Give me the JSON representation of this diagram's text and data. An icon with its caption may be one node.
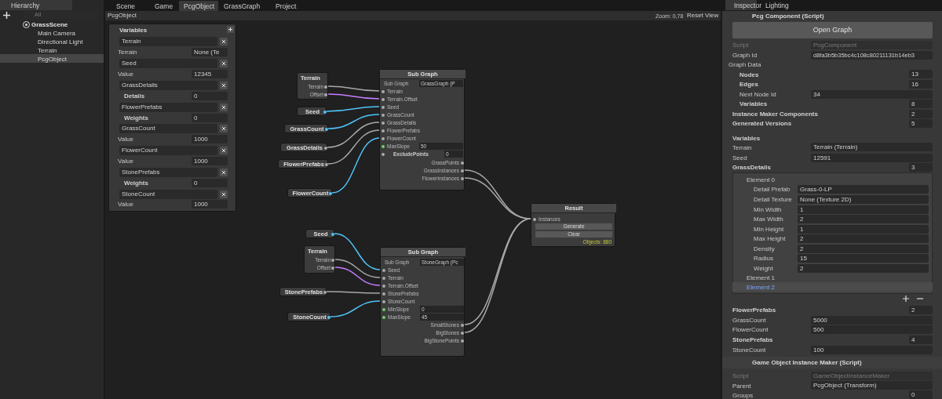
{
  "diagram": {
    "nodes": [
      {
        "text": [
          "Terrain",
          "Terrain",
          "Offset"
        ]
      },
      {
        "text": [
          "Seed"
        ]
      },
      {
        "text": [
          "GrassCount"
        ]
      },
      {
        "text": [
          "GrassDetails"
        ]
      },
      {
        "text": [
          "FlowerPrefabs"
        ]
      },
      {
        "text": [
          "FlowerCount"
        ]
      },
      {
        "text": [
          "Sub Graph",
          "Sub Graph",
          "GrassGraph (P",
          "Terrain",
          "Terrain.Offset",
          "Seed",
          "GrassCount",
          "GrassDetails",
          "FlowerPrefabs",
          "FlowerCount",
          "MaxSlope",
          "50",
          "ExcludePoints",
          "0",
          "GrassPoints",
          "GrassInstances",
          "FlowerInstances"
        ]
      },
      {
        "text": [
          "Result",
          "Instances",
          "Generate",
          "Clear",
          "Objects: 880"
        ]
      },
      {
        "text": [
          "Seed"
        ]
      },
      {
        "text": [
          "Terrain",
          "Terrain",
          "Offset"
        ]
      },
      {
        "text": [
          "StonePrefabs"
        ]
      },
      {
        "text": [
          "StoneCount"
        ]
      },
      {
        "text": [
          "Sub Graph",
          "Sub Graph",
          "StoneGraph (Pc",
          "Seed",
          "Terrain",
          "Terrain.Offset",
          "StonePrefabs",
          "StoneCount",
          "MinSlope",
          "0",
          "MaxSlope",
          "45",
          "SmallStones",
          "BigStones",
          "BigStonePoints"
        ]
      }
    ],
    "edges": [
      {
        "from": 0,
        "to": 6,
        "arrow": "none"
      },
      {
        "from": 0,
        "to": 6,
        "arrow": "none",
        "color": "#c77dff"
      },
      {
        "from": 1,
        "to": 6,
        "arrow": "none",
        "color": "#4fc3f7"
      },
      {
        "from": 2,
        "to": 6,
        "arrow": "none",
        "color": "#4fc3f7"
      },
      {
        "from": 3,
        "to": 6,
        "arrow": "none"
      },
      {
        "from": 4,
        "to": 6,
        "arrow": "none"
      },
      {
        "from": 5,
        "to": 6,
        "arrow": "none",
        "color": "#4fc3f7"
      },
      {
        "from": 6,
        "to": 7,
        "arrow": "none"
      },
      {
        "from": 6,
        "to": 7,
        "arrow": "none"
      },
      {
        "from": 8,
        "to": 12,
        "arrow": "none",
        "color": "#4fc3f7"
      },
      {
        "from": 9,
        "to": 12,
        "arrow": "none"
      },
      {
        "from": 9,
        "to": 12,
        "arrow": "none",
        "color": "#c77dff"
      },
      {
        "from": 10,
        "to": 12,
        "arrow": "none"
      },
      {
        "from": 11,
        "to": 12,
        "arrow": "none",
        "color": "#4fc3f7"
      },
      {
        "from": 12,
        "to": 7,
        "arrow": "none"
      },
      {
        "from": 12,
        "to": 7,
        "arrow": "none"
      }
    ],
    "labels": [
      "Hierarchy",
      "All",
      "GrassScene",
      "Main Camera",
      "Directional Light",
      "Terrain",
      "PcgObject",
      "Scene",
      "Game",
      "PcgObject",
      "GrassGraph",
      "Project",
      "PcgObject",
      "Zoom: 0,78",
      "Reset View",
      "Variables",
      "Terrain",
      "Terrain",
      "None (Te",
      "Seed",
      "Value",
      "12345",
      "GrassDetails",
      "Details",
      "0",
      "FlowerPrefabs",
      "Weights",
      "0",
      "GrassCount",
      "Value",
      "1000",
      "FlowerCount",
      "Value",
      "1000",
      "StonePrefabs",
      "Weights",
      "0",
      "StoneCount",
      "Value",
      "1000",
      "Inspector",
      "Lighting",
      "Pcg Component (Script)",
      "Open Graph",
      "Script",
      "PcgComponent",
      "Graph Id",
      "d8fa3b5b35bc4c108c80211131b14eb3",
      "Graph Data",
      "Nodes",
      "13",
      "Edges",
      "16",
      "Next Node Id",
      "34",
      "Variables",
      "8",
      "Instance Maker Components",
      "2",
      "Generated Versions",
      "5",
      "Variables",
      "Terrain",
      "Terrain (Terrain)",
      "Seed",
      "12591",
      "GrassDetails",
      "3",
      "Element 0",
      "Detail Prefab",
      "Grass-0-LP",
      "Detail Texture",
      "None (Texture 2D)",
      "Min Width",
      "1",
      "Max Width",
      "2",
      "Min Height",
      "1",
      "Max Height",
      "2",
      "Density",
      "2",
      "Radius",
      "15",
      "Weight",
      "2",
      "Element 1",
      "Element 2",
      "FlowerPrefabs",
      "2",
      "GrassCount",
      "5000",
      "FlowerCount",
      "500",
      "StonePrefabs",
      "4",
      "StoneCount",
      "100",
      "Game Object Instance Maker (Script)",
      "Script",
      "GameObjectInstanceMaker",
      "Parent",
      "PcgObject (Transform)",
      "Groups",
      "0"
    ]
  }
}
